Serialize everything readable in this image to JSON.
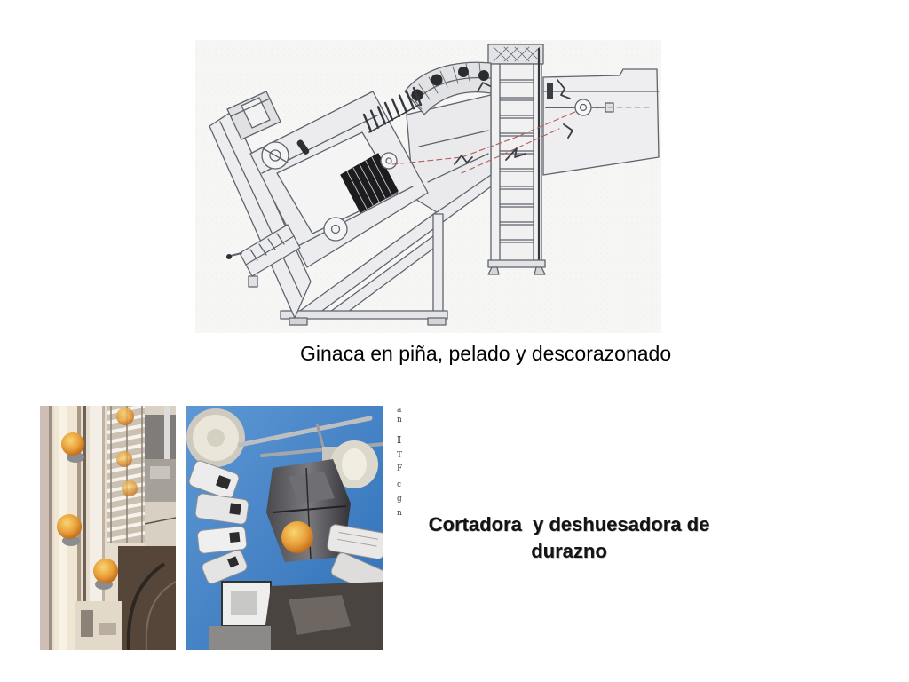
{
  "slide": {
    "top_figure": {
      "caption": "Ginaca en piña, pelado y descorazonado"
    },
    "bottom_figure": {
      "caption_line1": "Cortadora  y deshuesadora de",
      "caption_line2": "durazno",
      "scanned_page_margin_letters": [
        "a",
        "n",
        "I",
        "T",
        "F",
        "c",
        "g",
        "n"
      ]
    }
  },
  "colors": {
    "background": "#ffffff",
    "caption_text": "#000000",
    "drawing_lines": "#5e646d",
    "drawing_dashes": "#b25c5c",
    "photo_sky_blue": "#3c7fc7",
    "peach": "#e49a35"
  }
}
